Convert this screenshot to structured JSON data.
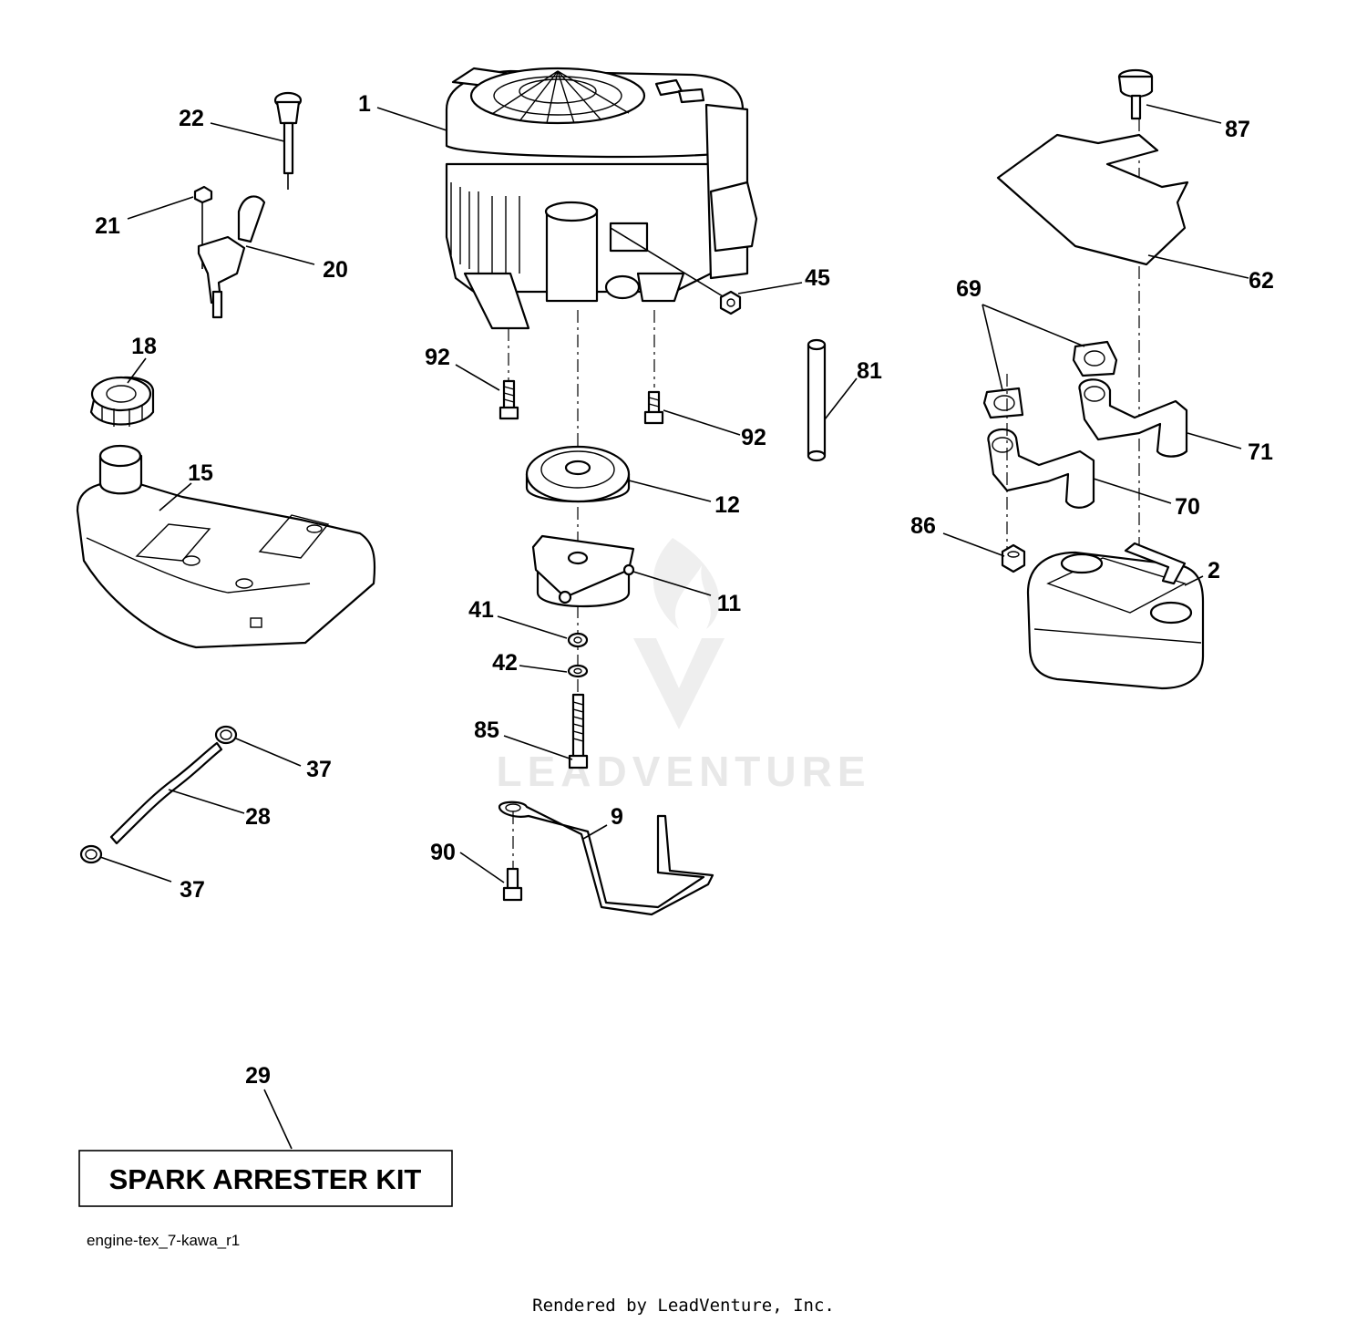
{
  "watermark": {
    "brand": "LEADVENTURE"
  },
  "kit_label": "SPARK ARRESTER KIT",
  "diagram_code": "engine-tex_7-kawa_r1",
  "footer": "Rendered by LeadVenture, Inc.",
  "callouts": {
    "engine": "1",
    "muffler": "2",
    "muffler_bracket": "9",
    "pto_clutch": "11",
    "pulley": "12",
    "fuel_tank": "15",
    "fuel_cap": "18",
    "throttle_control": "20",
    "throttle_screw": "21",
    "choke_knob": "22",
    "fuel_hose": "28",
    "spark_arrester": "29",
    "clamp_upper": "37",
    "clamp_lower": "37",
    "washer_41": "41",
    "washer_42": "42",
    "nut_45": "45",
    "mount_bolt": "85",
    "nut_86": "86",
    "knob_87": "87",
    "bracket_bolt": "90",
    "bolt_left": "92",
    "bolt_right": "92",
    "heat_shield": "62",
    "gaskets": "69",
    "exhaust_pipe_left": "70",
    "exhaust_pipe_right": "71",
    "spacer_tube": "81"
  }
}
